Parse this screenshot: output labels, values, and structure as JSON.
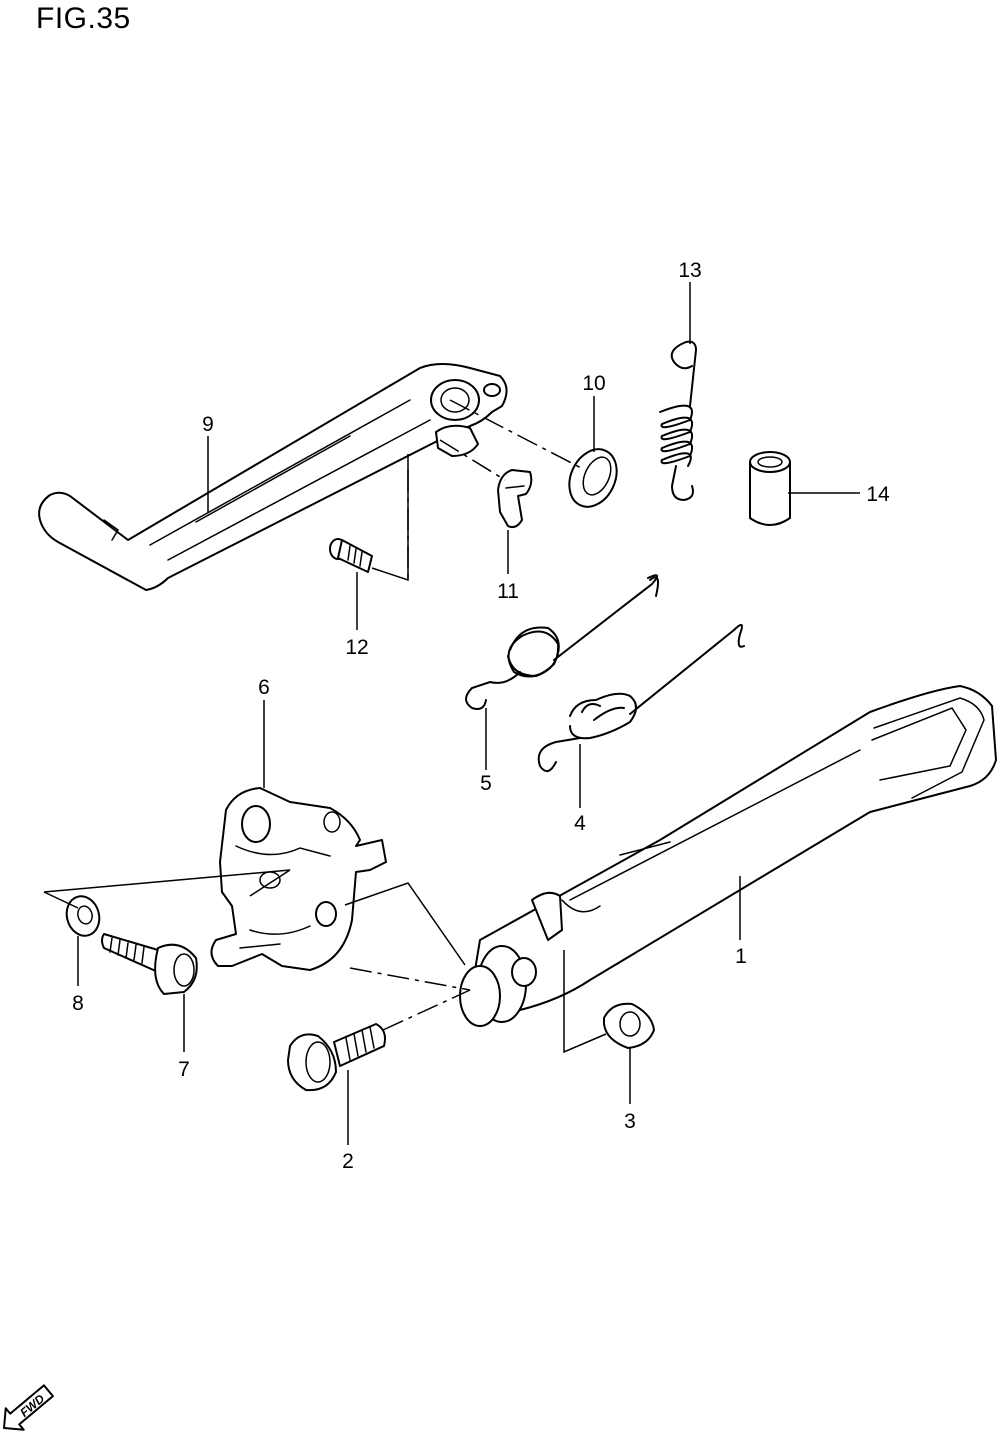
{
  "figure": {
    "title": "FIG.35",
    "fwd_label": "FWD"
  },
  "callouts": [
    {
      "id": "1",
      "label": "1"
    },
    {
      "id": "2",
      "label": "2"
    },
    {
      "id": "3",
      "label": "3"
    },
    {
      "id": "4",
      "label": "4"
    },
    {
      "id": "5",
      "label": "5"
    },
    {
      "id": "6",
      "label": "6"
    },
    {
      "id": "7",
      "label": "7"
    },
    {
      "id": "8",
      "label": "8"
    },
    {
      "id": "9",
      "label": "9"
    },
    {
      "id": "10",
      "label": "10"
    },
    {
      "id": "11",
      "label": "11"
    },
    {
      "id": "12",
      "label": "12"
    },
    {
      "id": "13",
      "label": "13"
    },
    {
      "id": "14",
      "label": "14"
    }
  ]
}
